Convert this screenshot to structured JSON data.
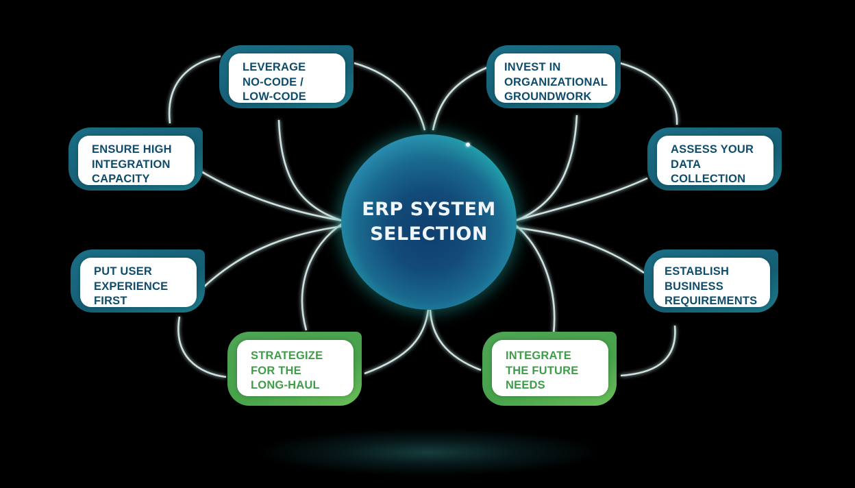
{
  "diagram": {
    "center": {
      "title_line1": "ERP SYSTEM",
      "title_line2": "SELECTION"
    },
    "nodes": [
      {
        "id": "leverage",
        "text": "LEVERAGE\nNO-CODE /\nLOW-CODE",
        "theme": "teal"
      },
      {
        "id": "invest",
        "text": "INVEST IN\nORGANIZATIONAL\nGROUNDWORK",
        "theme": "teal"
      },
      {
        "id": "ensure",
        "text": "ENSURE HIGH\nINTEGRATION\nCAPACITY",
        "theme": "teal"
      },
      {
        "id": "assess",
        "text": "ASSESS YOUR\nDATA\nCOLLECTION",
        "theme": "teal"
      },
      {
        "id": "user",
        "text": "PUT USER\nEXPERIENCE\nFIRST",
        "theme": "teal"
      },
      {
        "id": "establish",
        "text": "ESTABLISH\nBUSINESS\nREQUIREMENTS",
        "theme": "teal"
      },
      {
        "id": "strategize",
        "text": "STRATEGIZE\nFOR THE\nLONG-HAUL",
        "theme": "green"
      },
      {
        "id": "integrate",
        "text": "INTEGRATE\nTHE FUTURE\nNEEDS",
        "theme": "green"
      }
    ],
    "colors": {
      "teal": "#155e74",
      "teal_text": "#0f4c6b",
      "green": "#47a24b",
      "green_text": "#3f9d49",
      "line": "#d8f0ee",
      "background": "#000000"
    }
  }
}
